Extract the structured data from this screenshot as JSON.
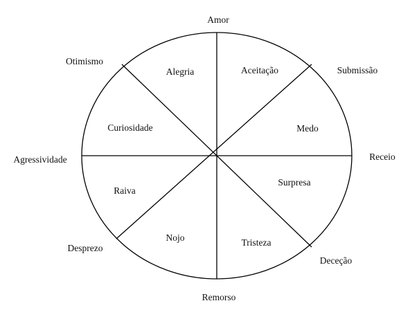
{
  "wheel": {
    "inner_emotions": {
      "alegria": "Alegria",
      "aceitacao": "Aceitação",
      "medo": "Medo",
      "surpresa": "Surpresa",
      "tristeza": "Tristeza",
      "nojo": "Nojo",
      "raiva": "Raiva",
      "curiosidade": "Curiosidade"
    },
    "outer_labels": {
      "amor": "Amor",
      "submissao": "Submissão",
      "receio": "Receio",
      "decepcao": "Deceção",
      "remorso": "Remorso",
      "desprezo": "Desprezo",
      "agressividade": "Agressividade",
      "otimismo": "Otimismo"
    }
  }
}
